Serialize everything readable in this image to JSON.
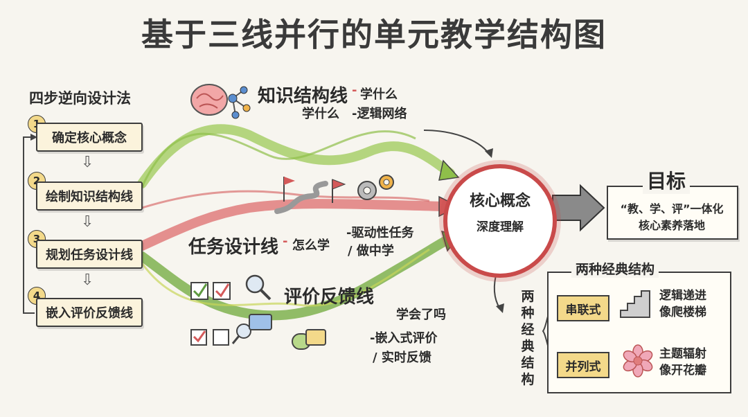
{
  "title": "基于三线并行的单元教学结构图",
  "left_panel": {
    "heading": "四步逆向设计法",
    "steps": [
      {
        "num": "1",
        "label": "确定核心概念"
      },
      {
        "num": "2",
        "label": "绘制知识结构线"
      },
      {
        "num": "3",
        "label": "规划任务设计线"
      },
      {
        "num": "4",
        "label": "嵌入评价反馈线"
      }
    ],
    "arrow_glyph": "⇩"
  },
  "lines": {
    "knowledge": {
      "name": "知识结构线",
      "dash": "-",
      "desc1": "学什么",
      "desc2_a": "学什么",
      "desc2_b": "-逻辑网络",
      "color": "#8fbf4a"
    },
    "task": {
      "name": "任务设计线",
      "dash": "-",
      "desc1": "怎么学",
      "desc2": "-驱动性任务",
      "desc3": "/ 做中学",
      "color": "#d45a5a"
    },
    "evaluation": {
      "name": "评价反馈线",
      "desc1": "学会了吗",
      "desc2": "-嵌入式评价",
      "desc3": "/ 实时反馈",
      "color": "#5e9a3f"
    }
  },
  "core": {
    "main": "核心概念",
    "sub": "深度理解",
    "ring_color": "#c94a4a"
  },
  "goal": {
    "title": "目标",
    "line1": "“教、学、评”一体化",
    "line2": "核心素养落地"
  },
  "classic": {
    "title": "两种经典结构",
    "vertical": "两种经典结构",
    "items": [
      {
        "tag": "串联式",
        "desc1": "逻辑递进",
        "desc2": "像爬楼梯"
      },
      {
        "tag": "并列式",
        "desc1": "主题辐射",
        "desc2": "像开花瓣"
      }
    ]
  },
  "colors": {
    "background": "#f7f5ef",
    "accent_yellow": "#f3d98a",
    "accent_red": "#c94a4a",
    "accent_green": "#8fbf4a"
  }
}
